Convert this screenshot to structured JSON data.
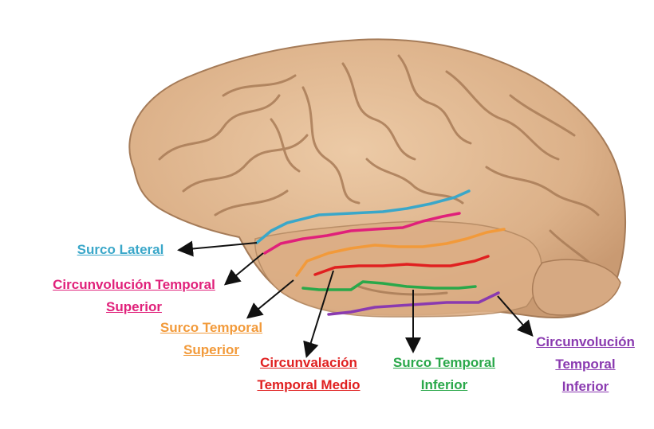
{
  "labels": {
    "surco_lateral": {
      "lines": [
        "Surco Lateral"
      ],
      "color": "#3aa7c9"
    },
    "circ_temp_sup": {
      "lines": [
        "Circunvolución Temporal",
        "Superior"
      ],
      "color": "#e0207a"
    },
    "surco_temp_sup": {
      "lines": [
        "Surco Temporal",
        "Superior"
      ],
      "color": "#f29a3a"
    },
    "circ_temp_medio": {
      "lines": [
        "Circunvalación",
        "Temporal Medio"
      ],
      "color": "#e02020"
    },
    "surco_temp_inf": {
      "lines": [
        "Surco Temporal",
        "Inferior"
      ],
      "color": "#2aa84a"
    },
    "circ_temp_inf": {
      "lines": [
        "Circunvolución",
        "Temporal",
        "Inferior"
      ],
      "color": "#8a3ab0"
    }
  },
  "colors": {
    "brain_fill": "#e2b98f",
    "brain_shadow": "#b88a63",
    "arrow": "#111111"
  },
  "icons": {
    "brain": "brain-illustration"
  }
}
